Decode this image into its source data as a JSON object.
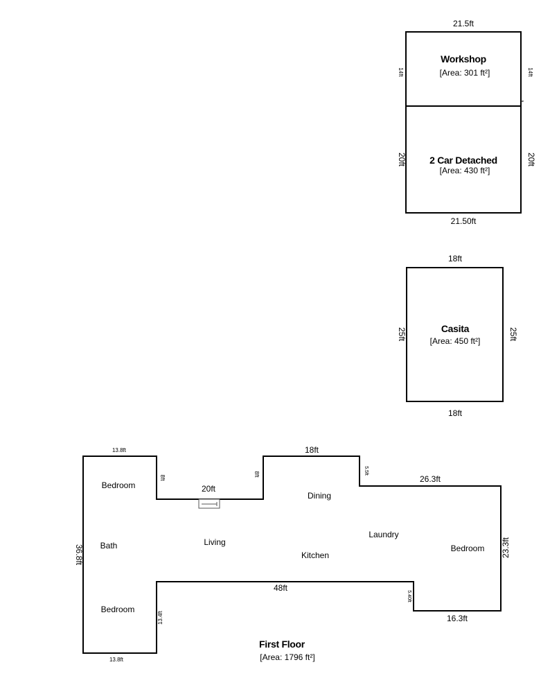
{
  "structures": {
    "workshop": {
      "title": "Workshop",
      "area": "[Area: 301 ft²]",
      "dims": {
        "top": "21.5ft",
        "left": "14ft",
        "right": "14ft",
        "corner": "ft"
      }
    },
    "garage": {
      "title": "2 Car Detached",
      "area": "[Area: 430 ft²]",
      "dims": {
        "left": "20ft",
        "right": "20ft",
        "bottom": "21.50ft"
      }
    },
    "casita": {
      "title": "Casita",
      "area": "[Area: 450 ft²]",
      "dims": {
        "top": "18ft",
        "left": "25ft",
        "right": "25ft",
        "bottom": "18ft"
      }
    },
    "first_floor": {
      "title": "First Floor",
      "area": "[Area: 1796 ft²]",
      "rooms": {
        "bedroom_top_left": "Bedroom",
        "bath": "Bath",
        "bedroom_bottom_left": "Bedroom",
        "living": "Living",
        "dining": "Dining",
        "kitchen": "Kitchen",
        "laundry": "Laundry",
        "bedroom_right": "Bedroom"
      },
      "dims": {
        "top_left": "13.8ft",
        "wing_step_left": "8ft",
        "mid_top": "20ft",
        "wing_step_mid": "8ft",
        "dining_top": "18ft",
        "dining_step": "5.5ft",
        "right_top": "26.3ft",
        "right_side": "23.3ft",
        "bottom_right": "16.3ft",
        "bottom_step": "5.40ft",
        "bottom_mid": "48ft",
        "bottom_left_step": "13.4ft",
        "bottom_left": "13.8ft",
        "left_side": "36.8ft"
      }
    }
  }
}
